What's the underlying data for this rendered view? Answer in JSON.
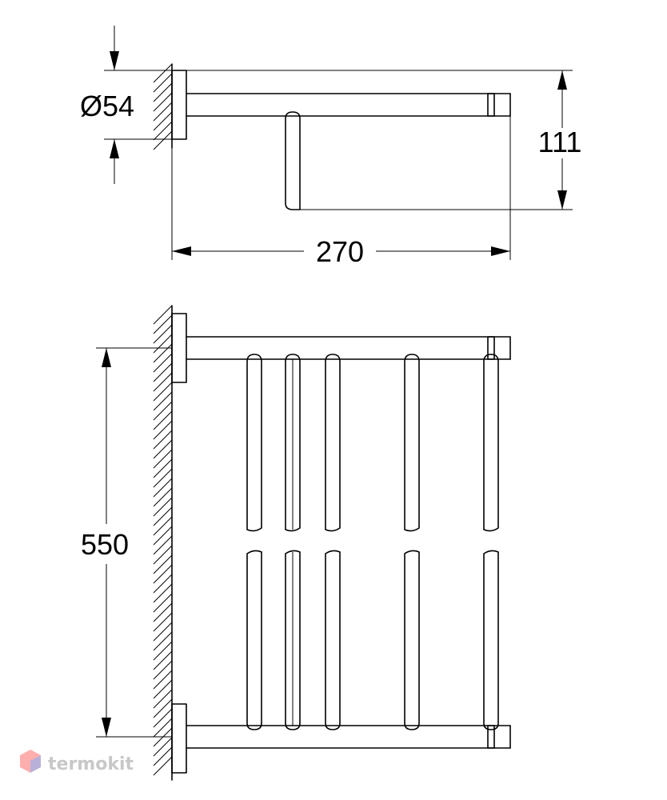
{
  "dimensions": {
    "diameter": "Ø54",
    "height": "111",
    "depth": "270",
    "length": "550"
  },
  "watermark": {
    "text": "termokit",
    "colors": [
      "#ff6b6b",
      "#7fb3ff",
      "#d0d0d0"
    ]
  }
}
